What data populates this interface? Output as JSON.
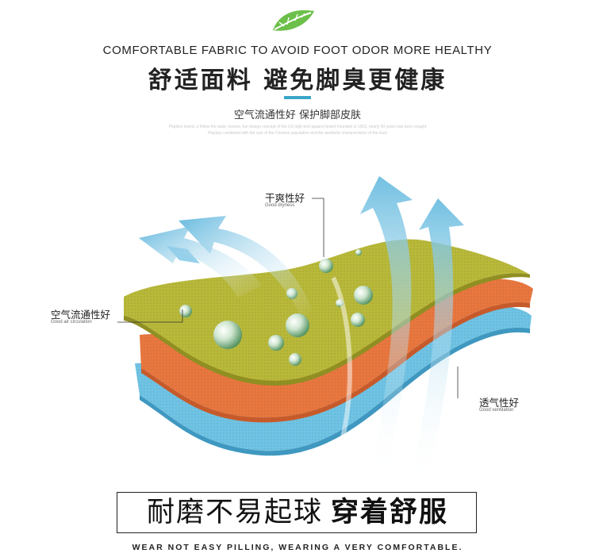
{
  "header": {
    "icon": "leaf-icon",
    "title_en": "COMFORTABLE FABRIC TO AVOID FOOT ODOR MORE HEALTHY",
    "title_cn": "舒适面料 避免脚臭更健康",
    "subtitle": "空气流通性好   保护脚部皮肤",
    "fine_print_1": "Playboy brand, a follow the taste, texture, fun design concept of the US high-end apparel brand Founded in 1953, nearly 60 years has been sought",
    "fine_print_2": "Playboy combined with the size of the Chinese population and the aesthetic characteristics of the East"
  },
  "labels": {
    "dryness_cn": "干爽性好",
    "dryness_en": "Good dryness",
    "air_cn": "空气流通性好",
    "air_en": "Good air circulation",
    "vent_cn": "透气性好",
    "vent_en": "Good ventilation"
  },
  "banner": {
    "left": "耐磨不易起球",
    "right": "穿着舒服"
  },
  "footer": {
    "text": "WEAR NOT EASY PILLING, WEARING A VERY COMFORTABLE."
  },
  "colors": {
    "accent": "#3aa6c9",
    "leaf": "#6cc04a",
    "layer_top": "#b8b83a",
    "layer_mid": "#e8773f",
    "layer_bottom": "#6fc3e4",
    "arrow": "#7cc6e6"
  }
}
